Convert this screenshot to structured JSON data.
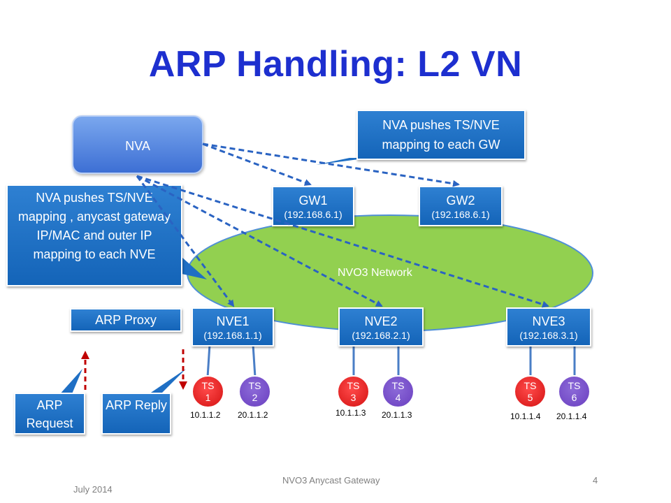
{
  "title": "ARP Handling: L2 VN",
  "nva": {
    "label": "NVA"
  },
  "callouts": {
    "gw_push": "NVA pushes TS/NVE mapping to each GW",
    "nve_push": "NVA pushes TS/NVE mapping , anycast gateway IP/MAC and outer IP mapping to each NVE"
  },
  "network": {
    "label": "NVO3 Network"
  },
  "gateways": [
    {
      "name": "GW1",
      "ip": "(192.168.6.1)"
    },
    {
      "name": "GW2",
      "ip": "(192.168.6.1)"
    }
  ],
  "nves": [
    {
      "name": "NVE1",
      "ip": "(192.168.1.1)"
    },
    {
      "name": "NVE2",
      "ip": "(192.168.2.1)"
    },
    {
      "name": "NVE3",
      "ip": "(192.168.3.1)"
    }
  ],
  "arp": {
    "proxy": "ARP Proxy",
    "request": "ARP Request",
    "reply": "ARP Reply"
  },
  "ts": [
    {
      "label": "TS 1",
      "ip": "10.1.1.2"
    },
    {
      "label": "TS 2",
      "ip": "20.1.1.2"
    },
    {
      "label": "TS 3",
      "ip": "10.1.1.3"
    },
    {
      "label": "TS 4",
      "ip": "20.1.1.3"
    },
    {
      "label": "TS 5",
      "ip": "10.1.1.4"
    },
    {
      "label": "TS 6",
      "ip": "20.1.1.4"
    }
  ],
  "footer": {
    "date": "July 2014",
    "center": "NVO3 Anycast Gateway",
    "page": "4"
  },
  "colors": {
    "title": "#1d2fcf",
    "box": "#1f6fc4",
    "network": "#92d050",
    "arrow_blue": "#2a63c2",
    "arrow_red": "#c00000"
  }
}
